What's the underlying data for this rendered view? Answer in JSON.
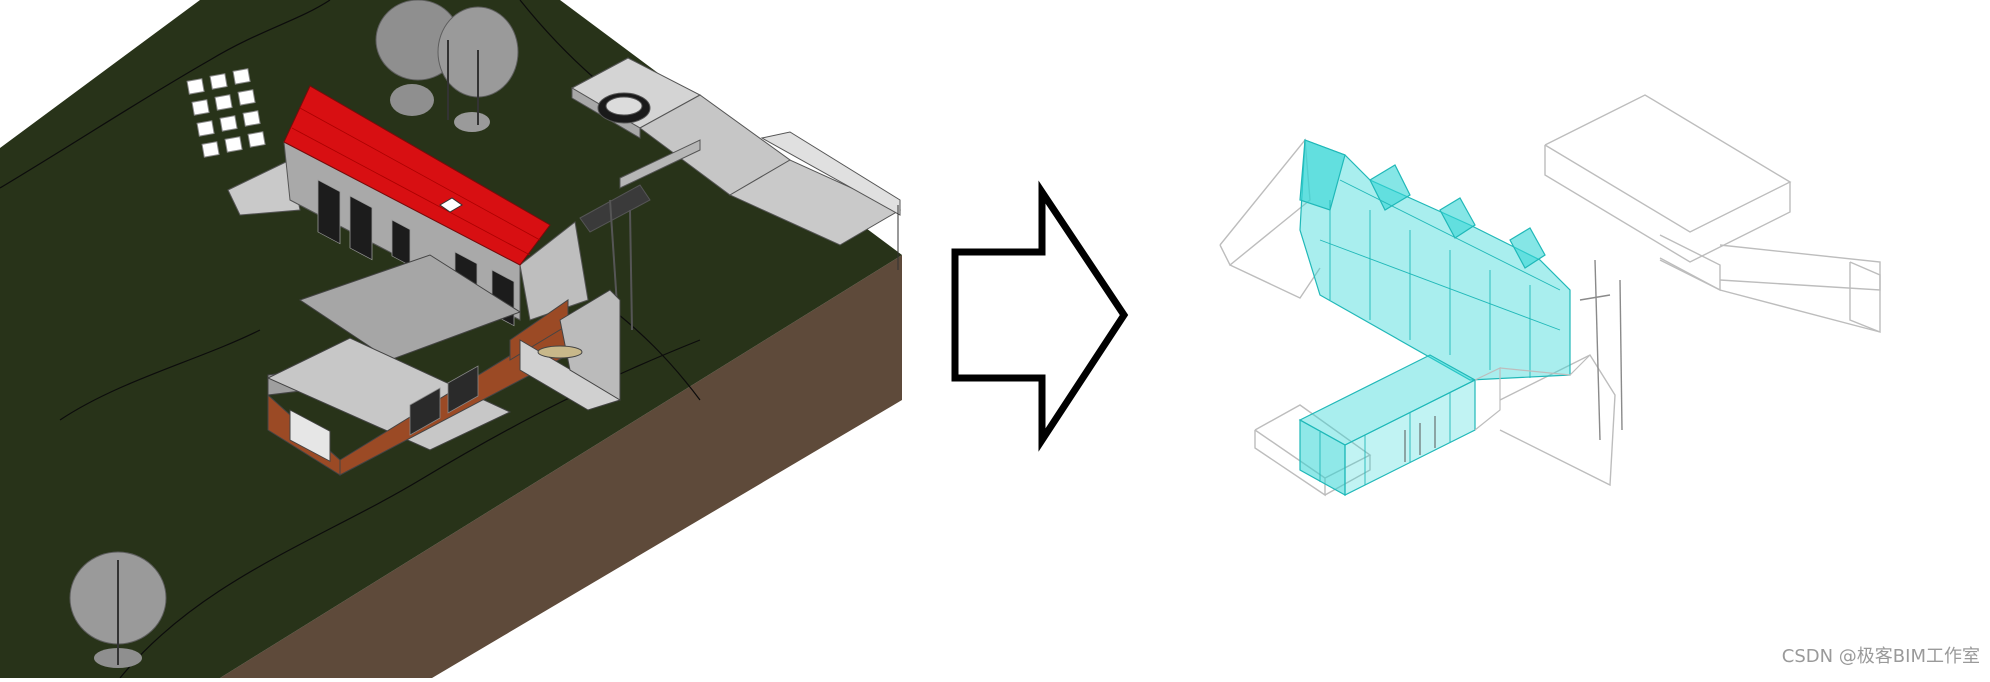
{
  "watermark": {
    "text": "CSDN @极客BIM工作室",
    "color": "#9a9a9a"
  },
  "panels": [
    {
      "id": "left",
      "description_key": "shaded-bim-model",
      "render_style": "shaded"
    },
    {
      "id": "right",
      "description_key": "wireframe-bim-model",
      "render_style": "wireframe"
    }
  ],
  "colors": {
    "terrain_top": "#283319",
    "terrain_side": "#5e4a3a",
    "roof": "#d80f12",
    "wood_cladding": "#9b4a25",
    "wall_gray": "#a9a9a9",
    "glass_cyan": "#33d6d6",
    "wire_gray": "#bdbdbd",
    "arrow_stroke": "#000000",
    "arrow_fill": "#ffffff"
  },
  "icons": {
    "transform_arrow": "right-arrow-outline"
  }
}
